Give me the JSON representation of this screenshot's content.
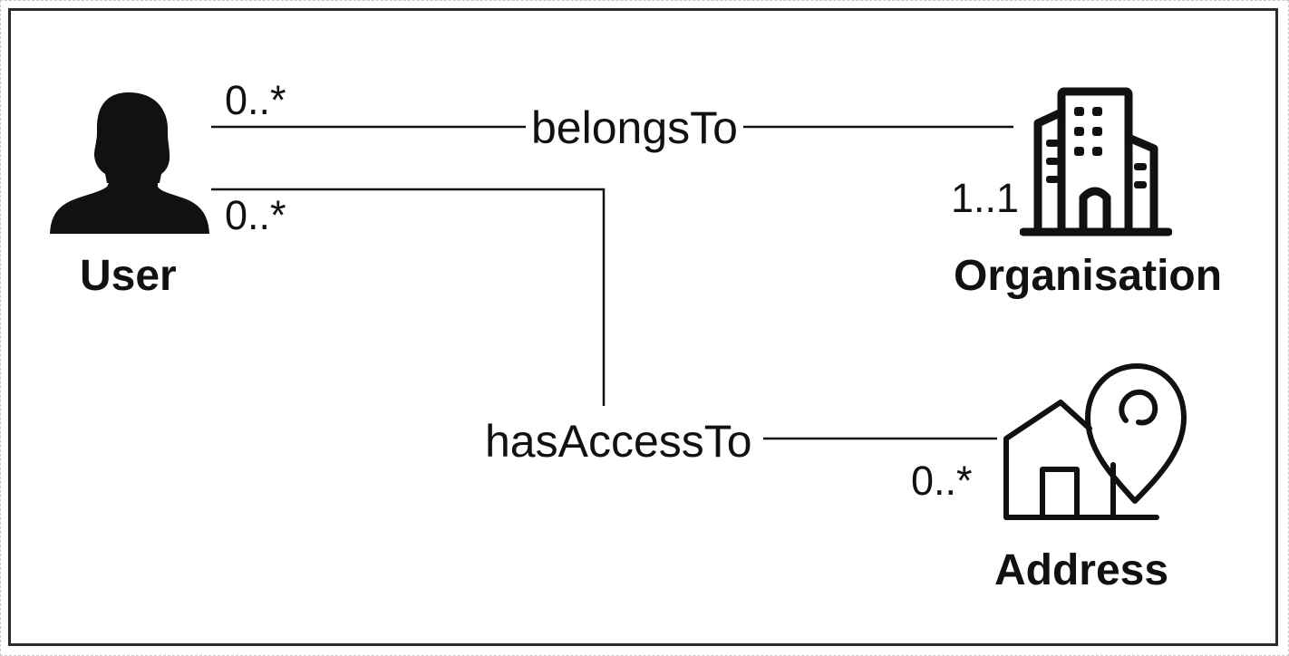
{
  "diagram": {
    "entities": {
      "user": {
        "label": "User",
        "icon": "user-silhouette-icon"
      },
      "organisation": {
        "label": "Organisation",
        "icon": "office-building-icon"
      },
      "address": {
        "label": "Address",
        "icon": "house-location-pin-icon"
      }
    },
    "relationships": {
      "belongs_to": {
        "label": "belongsTo",
        "source_multiplicity": "0..*",
        "target_multiplicity": "1..1"
      },
      "has_access_to": {
        "label": "hasAccessTo",
        "source_multiplicity": "0..*",
        "target_multiplicity": "0..*"
      }
    }
  },
  "colors": {
    "ink": "#111111",
    "frame": "#2b2b2b",
    "background": "#ffffff"
  }
}
